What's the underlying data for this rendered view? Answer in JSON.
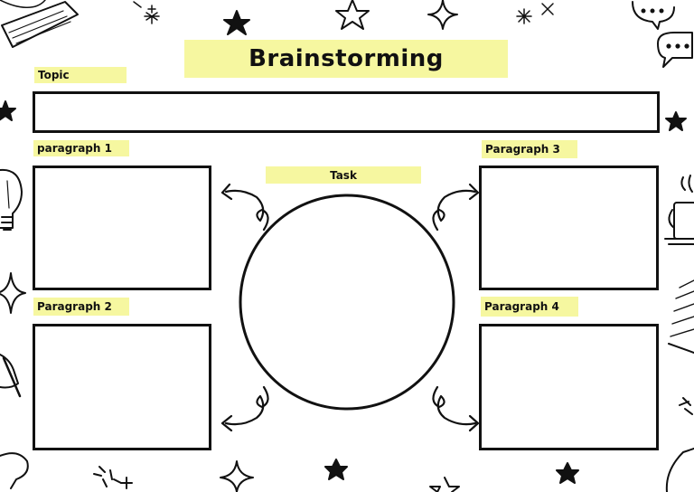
{
  "worksheet": {
    "title": "Brainstorming",
    "topic_label": "Topic",
    "task_label": "Task",
    "paragraph_labels": [
      "paragraph 1",
      "Paragraph 2",
      "Paragraph 3",
      "Paragraph 4"
    ]
  },
  "colors": {
    "highlight": "#f6f7a0",
    "ink": "#111111"
  },
  "decorations": [
    "keyboard-icon",
    "speech-bubble-icon",
    "lightbulb-icon",
    "coffee-cup-icon",
    "pencil-hand-icon",
    "notebook-icon",
    "star-icon",
    "sparkle-icon",
    "arrow-icon"
  ]
}
